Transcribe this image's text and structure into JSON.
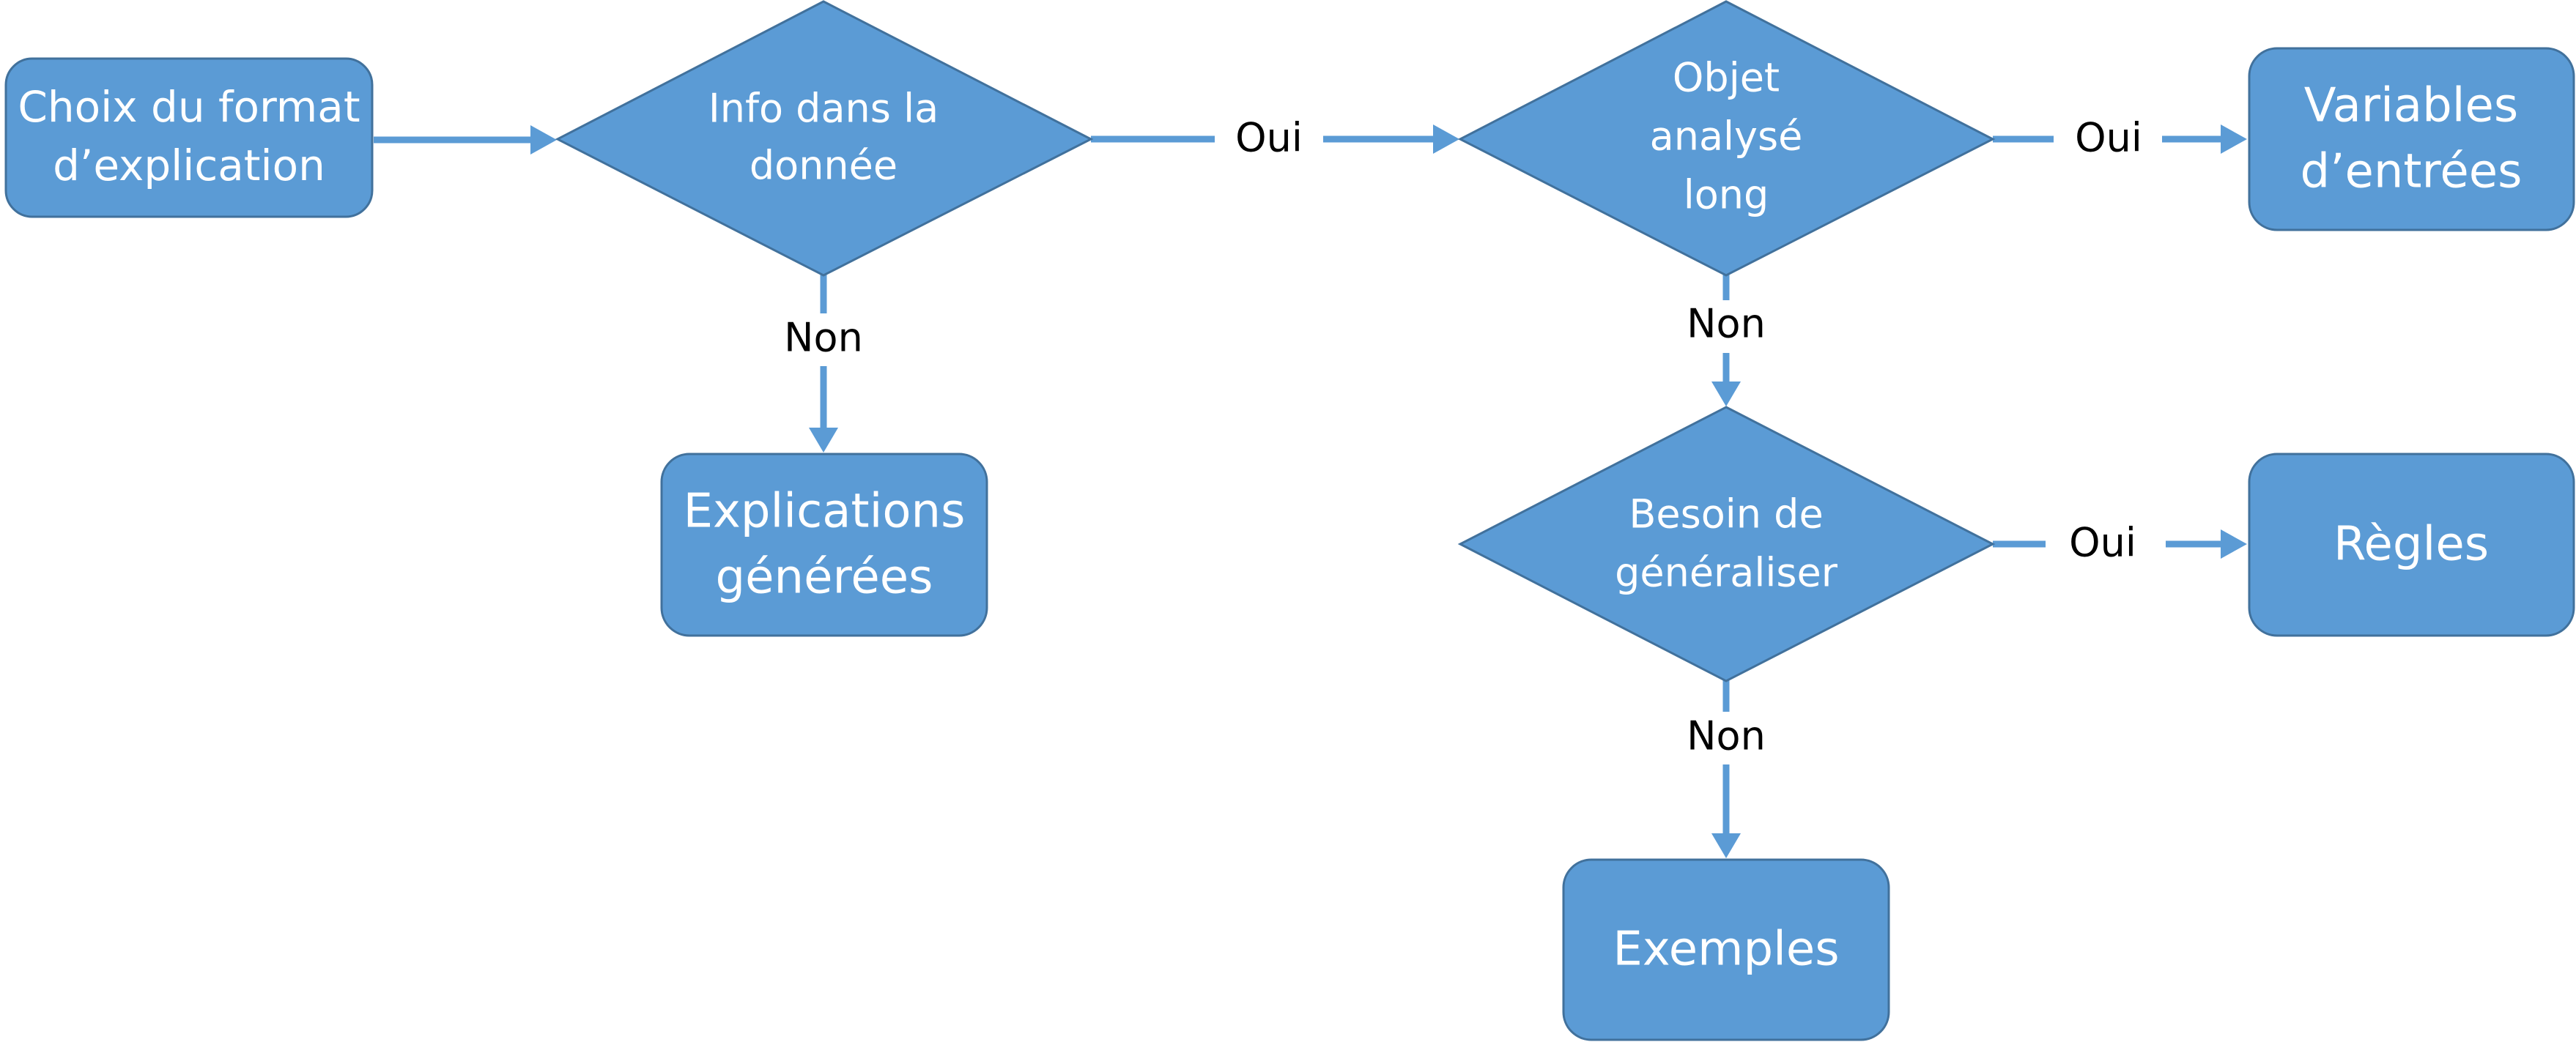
{
  "colors": {
    "box": "#5b9bd5",
    "box_border": "#41719c",
    "arrow": "#5b9bd5",
    "label_bg": "#ffffff",
    "text": "#ffffff",
    "label_text": "#000000"
  },
  "nodes": {
    "choix": {
      "lines": [
        "Choix du format",
        "d’explication"
      ]
    },
    "info": {
      "lines": [
        "Info dans la",
        "donnée"
      ]
    },
    "objet": {
      "lines": [
        "Objet",
        "analysé",
        "long"
      ]
    },
    "variables": {
      "lines": [
        "Variables",
        "d’entrées"
      ]
    },
    "explications": {
      "lines": [
        "Explications",
        "générées"
      ]
    },
    "besoin": {
      "lines": [
        "Besoin de",
        "généraliser"
      ]
    },
    "regles": {
      "lines": [
        "Règles"
      ]
    },
    "exemples": {
      "lines": [
        "Exemples"
      ]
    }
  },
  "edges": {
    "info_objet": "Oui",
    "info_explications": "Non",
    "objet_variables": "Oui",
    "objet_besoin": "Non",
    "besoin_regles": "Oui",
    "besoin_exemples": "Non"
  }
}
